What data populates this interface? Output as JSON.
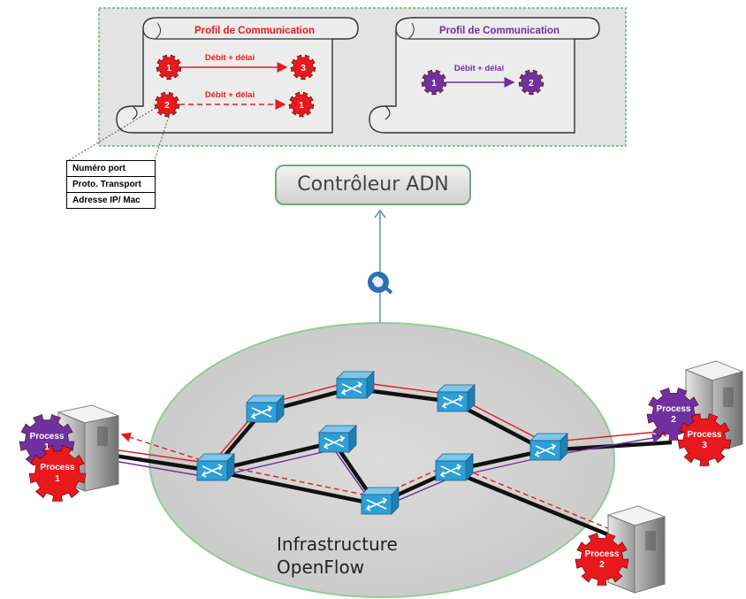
{
  "profiles": [
    {
      "title": "Profil de Communication",
      "color": "#e8191d",
      "flows": [
        {
          "from": "1",
          "to": "3",
          "label": "Débit + délai",
          "style": "solid"
        },
        {
          "from": "2",
          "to": "1",
          "label": "Débit + délai",
          "style": "dashed"
        }
      ]
    },
    {
      "title": "Profil de Communication",
      "color": "#7030a0",
      "flows": [
        {
          "from": "1",
          "to": "2",
          "label": "Débit + délai",
          "style": "solid"
        }
      ]
    }
  ],
  "header_fields": [
    "Numéro port",
    "Proto. Transport",
    "Adresse IP/ Mac"
  ],
  "controller": {
    "label": "Contrôleur ADN"
  },
  "infrastructure": {
    "line1": "Infrastructure",
    "line2": "OpenFlow"
  },
  "hosts": {
    "left": [
      {
        "name": "Process",
        "num": "1",
        "color": "#7030a0"
      },
      {
        "name": "Process",
        "num": "1",
        "color": "#e8191d"
      }
    ],
    "right": [
      {
        "name": "Process",
        "num": "2",
        "color": "#7030a0"
      },
      {
        "name": "Process",
        "num": "3",
        "color": "#e8191d"
      }
    ],
    "bottom": [
      {
        "name": "Process",
        "num": "2",
        "color": "#e8191d"
      }
    ]
  },
  "colors": {
    "red_flow": "#e8191d",
    "purple_flow": "#7030a0",
    "link": "#111111",
    "cloud_fill": "#d4d4d4",
    "cloud_border": "#8fcf8f",
    "switch": "#2e9fd8",
    "controller_border": "#6aaa7c",
    "profile_area_border": "#58b878",
    "profile_area_fill": "#e3e3e3"
  }
}
